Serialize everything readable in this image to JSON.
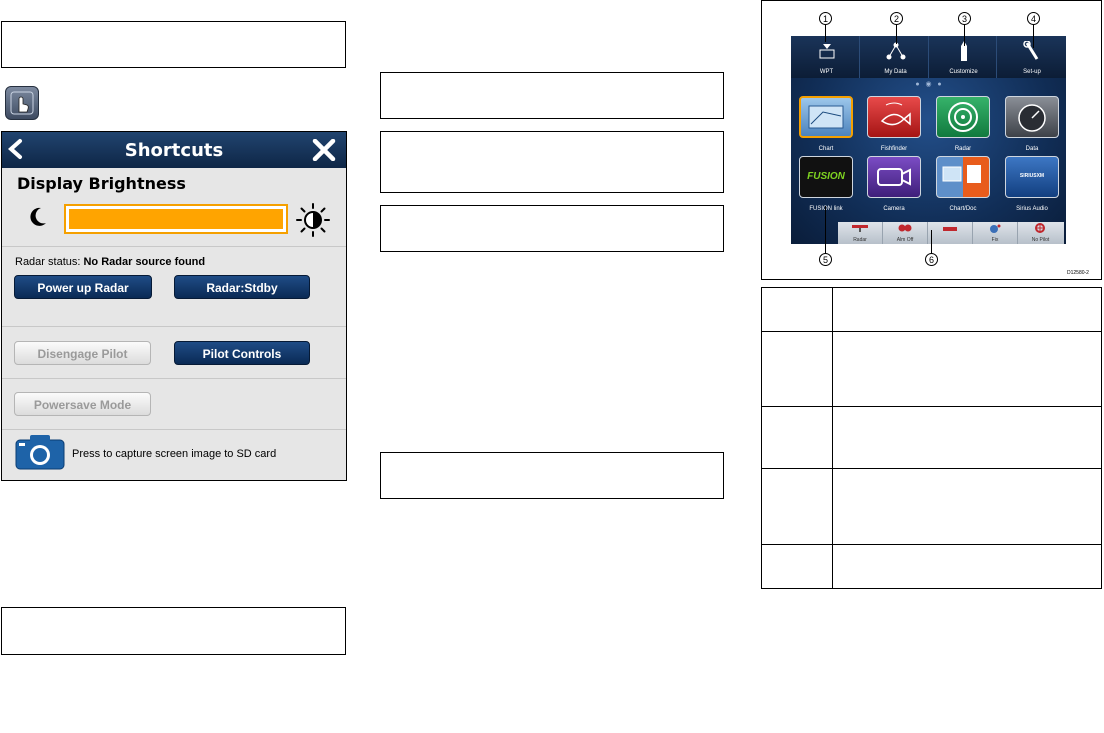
{
  "shortcuts_panel": {
    "title": "Shortcuts",
    "brightness_label": "Display Brightness",
    "brightness_level_percent": 100,
    "radar_status_label": "Radar status:",
    "radar_status_value": "No Radar source found",
    "power_up_radar": "Power up Radar",
    "radar_standby": "Radar:Stdby",
    "disengage_pilot": "Disengage Pilot",
    "pilot_controls": "Pilot Controls",
    "powersave_mode": "Powersave Mode",
    "screen_capture_text": "Press to capture screen image to SD card"
  },
  "home_screen": {
    "top_buttons": [
      {
        "label": "WPT"
      },
      {
        "label": "My Data"
      },
      {
        "label": "Customize"
      },
      {
        "label": "Set-up"
      }
    ],
    "tiles": [
      {
        "label": "Chart"
      },
      {
        "label": "Fishfinder"
      },
      {
        "label": "Radar"
      },
      {
        "label": "Data"
      },
      {
        "label": "FUSION link"
      },
      {
        "label": "Camera"
      },
      {
        "label": "Chart/Doc"
      },
      {
        "label": "Sirius Audio"
      }
    ],
    "fusion_logo_text": "FUSION",
    "sirius_logo_text": "SIRIUSXM",
    "bottom_items": [
      {
        "label": "Radar"
      },
      {
        "label": "Alm Off"
      },
      {
        "label": ""
      },
      {
        "label": "Fix"
      },
      {
        "label": "No Pilot"
      }
    ],
    "callouts": [
      "1",
      "2",
      "3",
      "4",
      "5",
      "6"
    ],
    "figure_id": "D12580-2"
  },
  "colors": {
    "header_navy": "#0e2646",
    "brightness_orange": "#ffa400",
    "selected_tile_border": "#f5a000"
  }
}
